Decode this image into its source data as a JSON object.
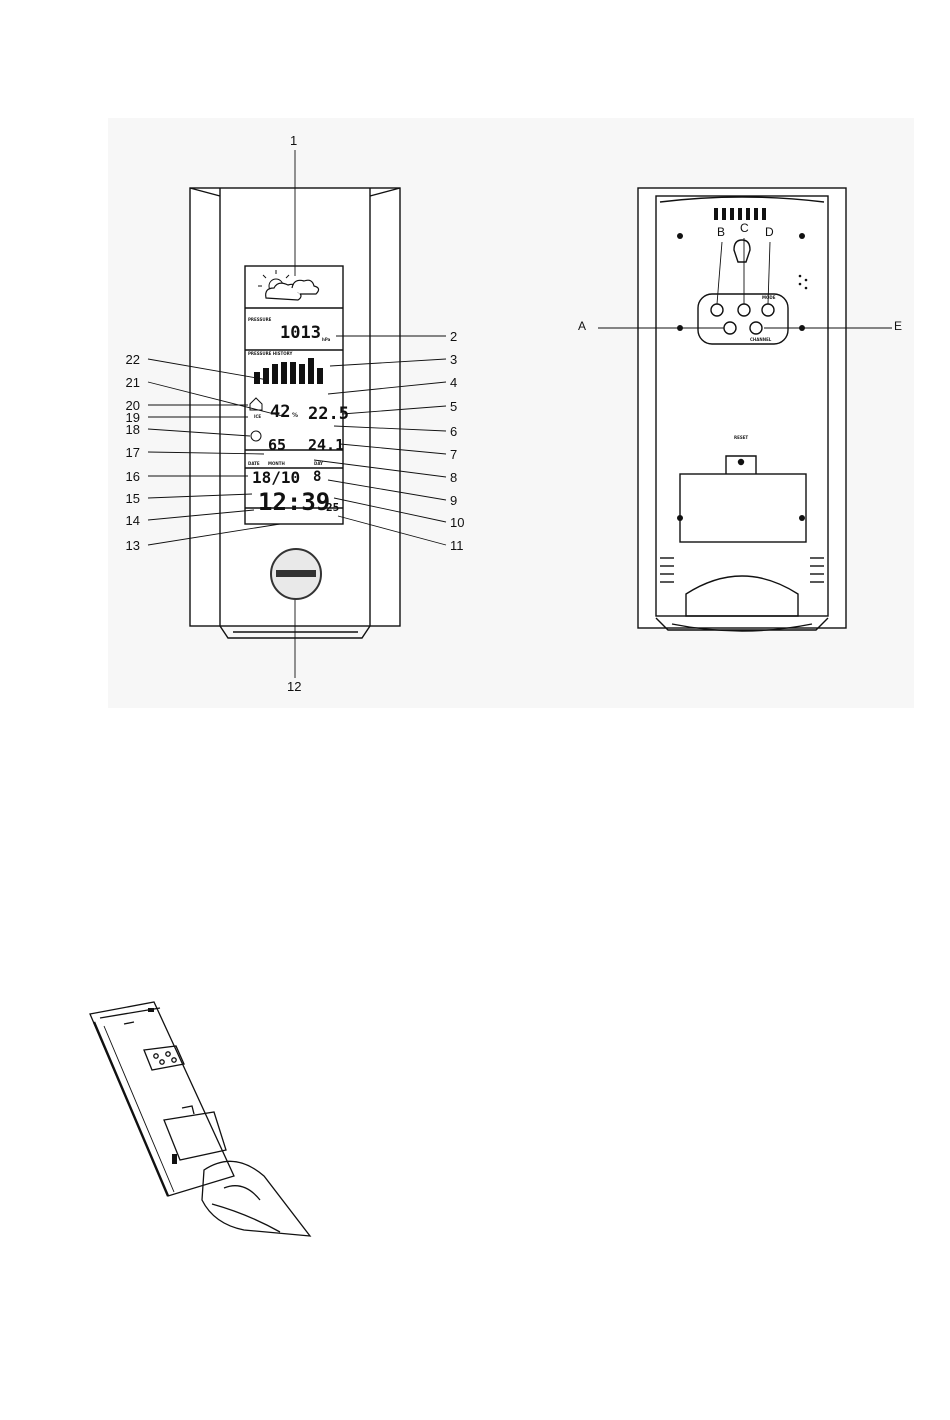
{
  "front_callouts_right": [
    {
      "n": "2"
    },
    {
      "n": "3"
    },
    {
      "n": "4"
    },
    {
      "n": "5"
    },
    {
      "n": "6"
    },
    {
      "n": "7"
    },
    {
      "n": "8"
    },
    {
      "n": "9"
    },
    {
      "n": "10"
    },
    {
      "n": "11"
    }
  ],
  "front_callouts_left": [
    {
      "n": "22"
    },
    {
      "n": "21"
    },
    {
      "n": "20"
    },
    {
      "n": "19"
    },
    {
      "n": "18"
    },
    {
      "n": "17"
    },
    {
      "n": "16"
    },
    {
      "n": "15"
    },
    {
      "n": "14"
    },
    {
      "n": "13"
    }
  ],
  "front_callout_top": "1",
  "front_callout_bottom": "12",
  "back_callouts": {
    "a": "A",
    "b": "B",
    "c": "C",
    "d": "D",
    "e": "E"
  },
  "lcd": {
    "pressure_label": "PRESSURE",
    "pressure_value": "1013",
    "pressure_unit": "hPa",
    "history_label": "PRESSURE HISTORY",
    "humidity_in": "42",
    "humidity_in_unit": "%",
    "temp_in": "22.5",
    "temp_out": "24.1",
    "humidity_out": "65",
    "date_label": "DATE",
    "month_label": "MONTH",
    "day_label": "DAY",
    "date_value": "18/10",
    "day_value": "8",
    "time_value": "12:39",
    "seconds_value": "25",
    "ice_label": "ICE",
    "icon_sun": "sun-icon",
    "icon_cloud": "cloud-icon"
  },
  "back": {
    "reset_label": "RESET",
    "mode_label": "MODE",
    "channel_label": "CHANNEL"
  },
  "colors": {
    "line": "#111111",
    "panel": "#f7f7f7"
  }
}
